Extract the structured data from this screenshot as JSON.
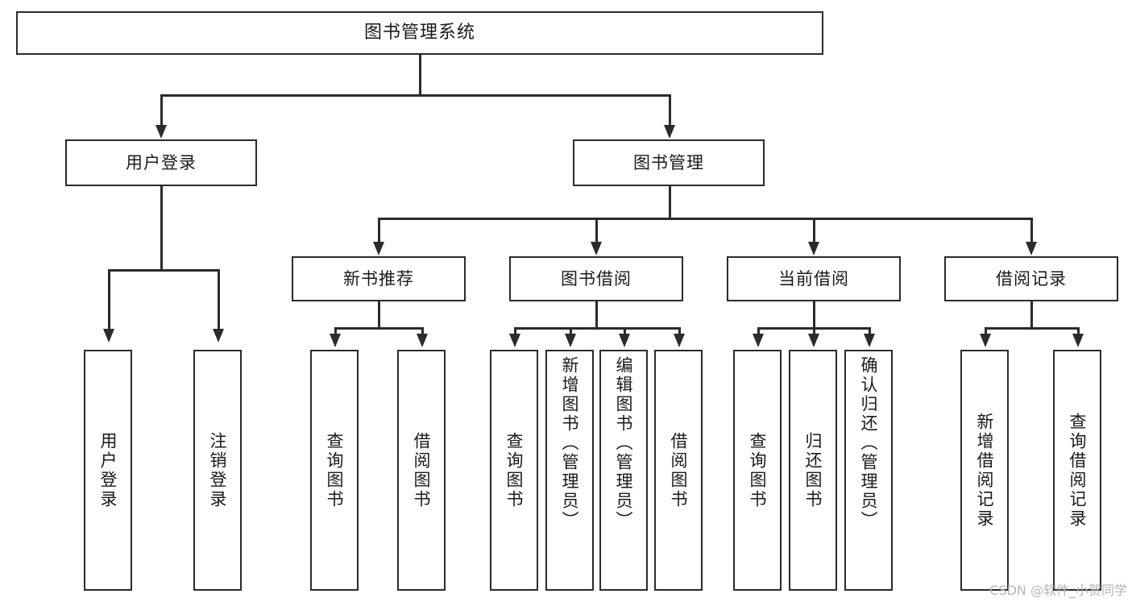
{
  "diagram": {
    "title": "图书管理系统",
    "type": "tree",
    "root": {
      "label": "图书管理系统"
    },
    "level2": [
      {
        "label": "用户登录"
      },
      {
        "label": "图书管理"
      }
    ],
    "level3": [
      {
        "label": "新书推荐"
      },
      {
        "label": "图书借阅"
      },
      {
        "label": "当前借阅"
      },
      {
        "label": "借阅记录"
      }
    ],
    "leaves": {
      "user_login": [
        {
          "label": "用户登录"
        },
        {
          "label": "注销登录"
        }
      ],
      "new_book_recommend": [
        {
          "label": "查询图书"
        },
        {
          "label": "借阅图书"
        }
      ],
      "book_borrow": [
        {
          "label": "查询图书"
        },
        {
          "label": "新增图书（管理员）"
        },
        {
          "label": "编辑图书（管理员）"
        },
        {
          "label": "借阅图书"
        }
      ],
      "current_borrow": [
        {
          "label": "查询图书"
        },
        {
          "label": "归还图书"
        },
        {
          "label": "确认归还（管理员）"
        }
      ],
      "borrow_record": [
        {
          "label": "新增借阅记录"
        },
        {
          "label": "查询借阅记录"
        }
      ]
    }
  },
  "watermark": {
    "text": "CSDN @软件_小贺同学"
  },
  "colors": {
    "line": "#2b2b2b",
    "box_fill": "#ffffff",
    "text": "#1a1a1a",
    "watermark": "#b6b6b6",
    "background": "#ffffff"
  }
}
